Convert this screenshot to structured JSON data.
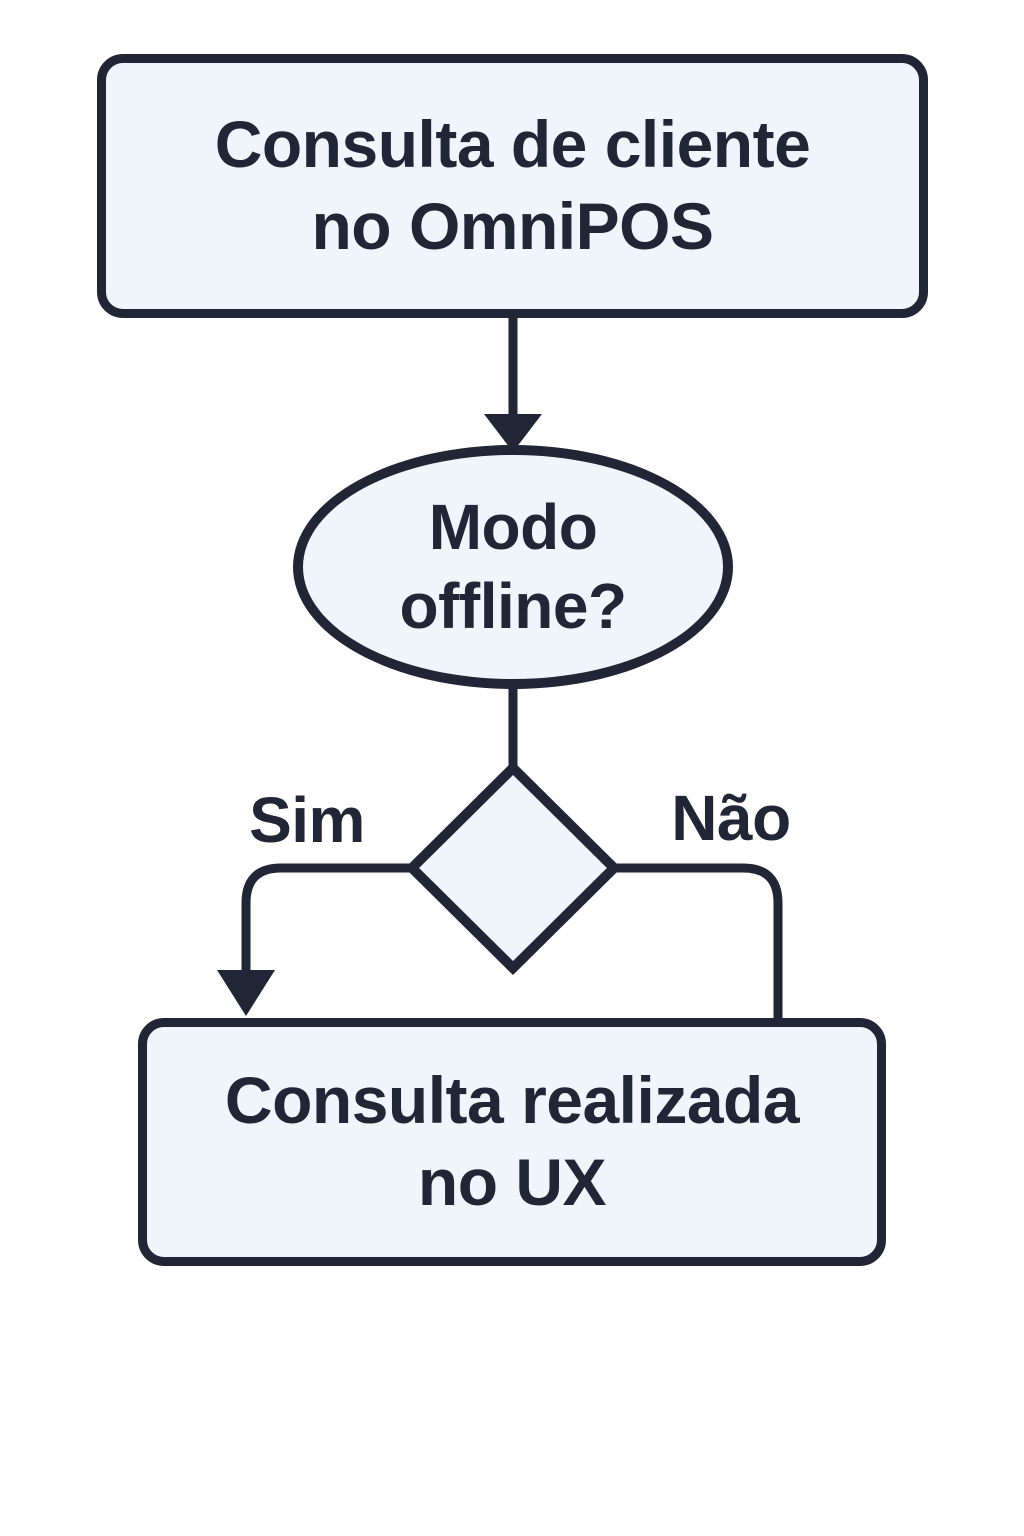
{
  "diagram": {
    "type": "flowchart",
    "nodes": {
      "start": {
        "shape": "rounded-rectangle",
        "line1": "Consulta de cliente",
        "line2": "no OmniPOS"
      },
      "decision": {
        "shape": "ellipse",
        "line1": "Modo",
        "line2": "offline?"
      },
      "branch": {
        "shape": "diamond",
        "label": ""
      },
      "end": {
        "shape": "rounded-rectangle",
        "line1": "Consulta realizada",
        "line2": "no UX"
      }
    },
    "edges": {
      "start_to_decision": {
        "from": "start",
        "to": "decision",
        "arrow": true,
        "label": ""
      },
      "decision_to_branch": {
        "from": "decision",
        "to": "branch",
        "arrow": false,
        "label": ""
      },
      "yes_branch": {
        "from": "branch",
        "to": "end",
        "arrow": true,
        "label": "Sim"
      },
      "no_branch": {
        "from": "branch",
        "to": "end",
        "arrow": false,
        "label": "Não"
      }
    },
    "colors": {
      "stroke": "#212637",
      "node_fill": "#f0f4fb",
      "background": "#ffffff"
    }
  }
}
